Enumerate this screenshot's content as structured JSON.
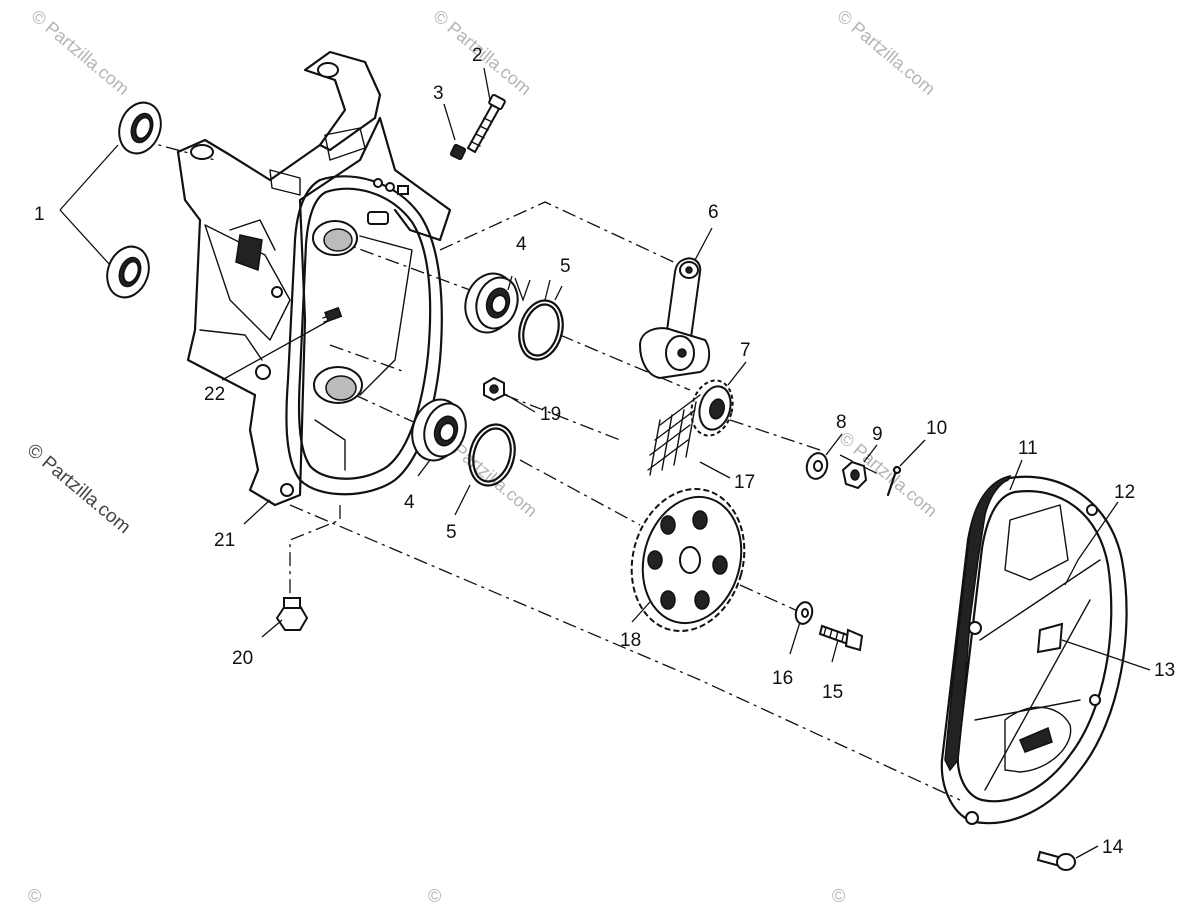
{
  "watermark": {
    "text": "© Partzilla.com",
    "copyright_mark": "©"
  },
  "callouts": [
    "1",
    "2",
    "3",
    "4",
    "5",
    "6",
    "7",
    "8",
    "9",
    "10",
    "11",
    "12",
    "13",
    "14",
    "15",
    "16",
    "17",
    "18",
    "19",
    "20",
    "21",
    "22"
  ],
  "colors": {
    "ink": "#111111",
    "watermark": "#b5b5b5",
    "background": "#ffffff"
  }
}
